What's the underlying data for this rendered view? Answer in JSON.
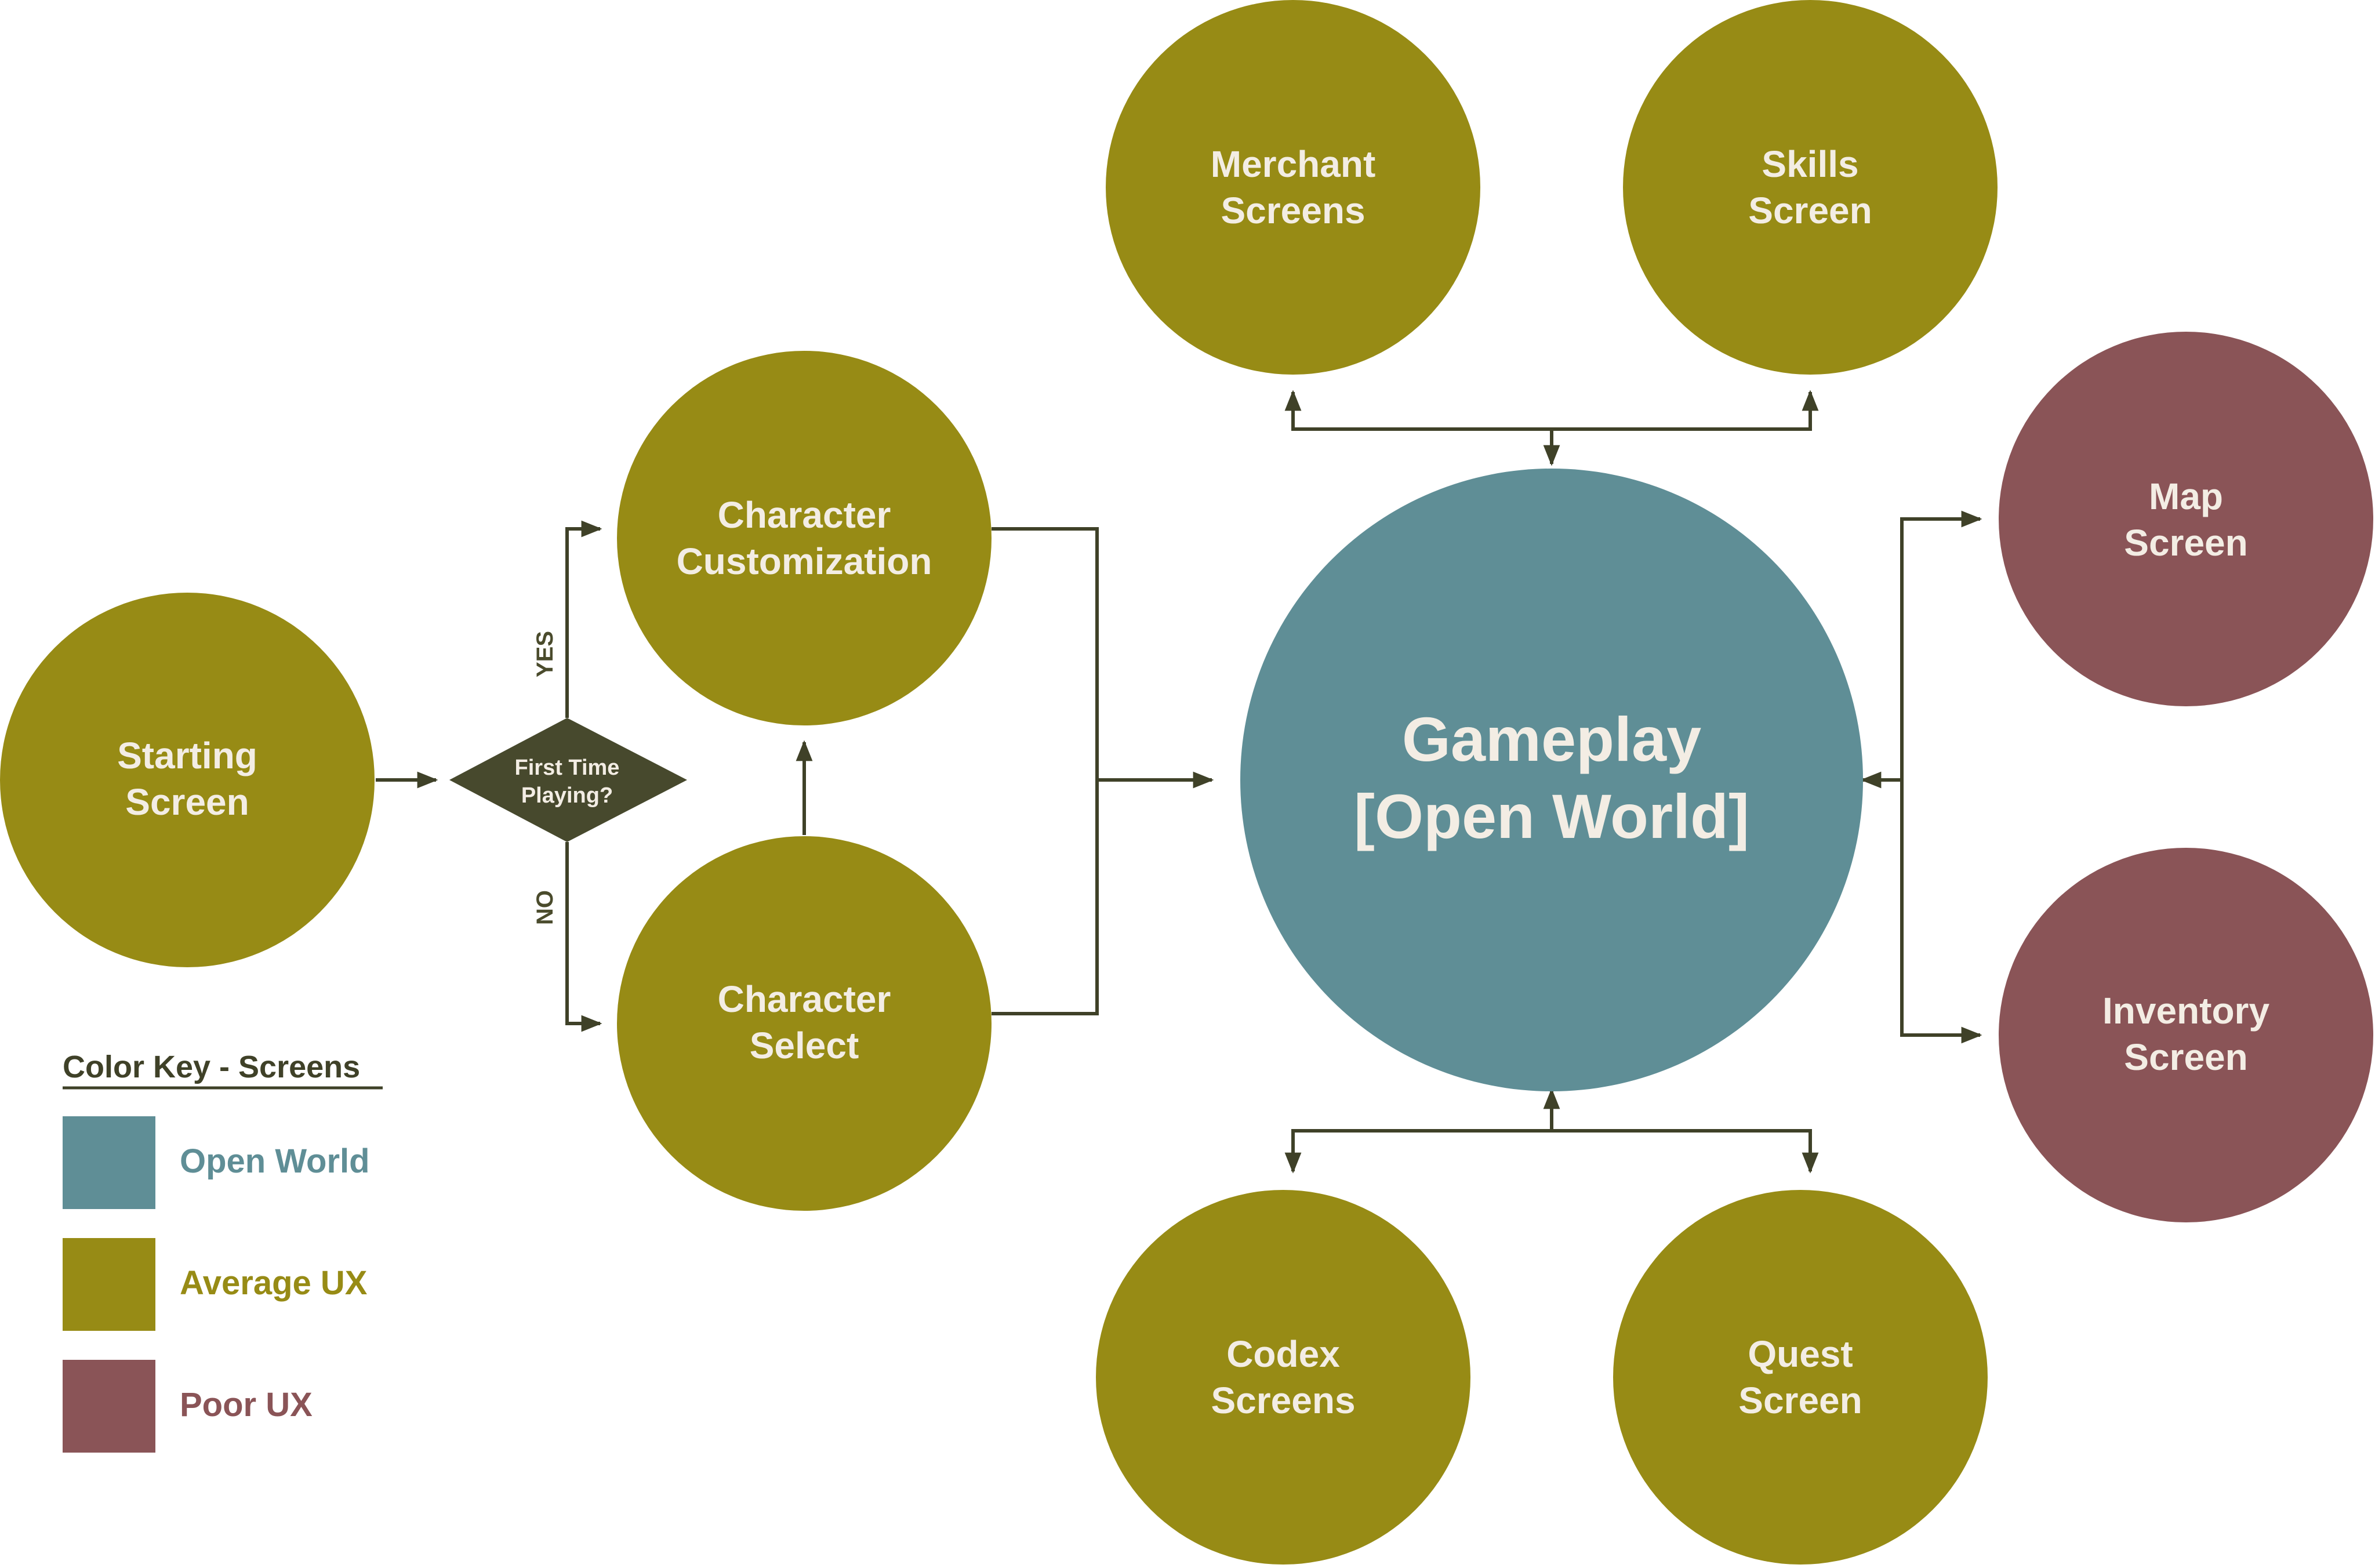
{
  "colors": {
    "open_world": "#5f8e96",
    "average_ux": "#978b15",
    "poor_ux": "#8a5457",
    "decision": "#47492d",
    "connector": "#3f4128",
    "label_text": "#f3ede4"
  },
  "nodes": {
    "starting": {
      "line1": "Starting",
      "line2": "Screen",
      "category": "average_ux"
    },
    "decision": {
      "line1": "First Time",
      "line2": "Playing?"
    },
    "customization": {
      "line1": "Character",
      "line2": "Customization",
      "category": "average_ux"
    },
    "select": {
      "line1": "Character",
      "line2": "Select",
      "category": "average_ux"
    },
    "gameplay": {
      "line1": "Gameplay",
      "line2": "[Open World]",
      "category": "open_world"
    },
    "merchant": {
      "line1": "Merchant",
      "line2": "Screens",
      "category": "average_ux"
    },
    "skills": {
      "line1": "Skills",
      "line2": "Screen",
      "category": "average_ux"
    },
    "map": {
      "line1": "Map",
      "line2": "Screen",
      "category": "poor_ux"
    },
    "inventory": {
      "line1": "Inventory",
      "line2": "Screen",
      "category": "poor_ux"
    },
    "codex": {
      "line1": "Codex",
      "line2": "Screens",
      "category": "average_ux"
    },
    "quest": {
      "line1": "Quest",
      "line2": "Screen",
      "category": "average_ux"
    }
  },
  "branches": {
    "yes": "YES",
    "no": "NO"
  },
  "legend": {
    "title": "Color Key - Screens",
    "items": [
      {
        "label": "Open World",
        "color": "#5f8e96"
      },
      {
        "label": "Average UX",
        "color": "#978b15"
      },
      {
        "label": "Poor UX",
        "color": "#8a5457"
      }
    ]
  }
}
